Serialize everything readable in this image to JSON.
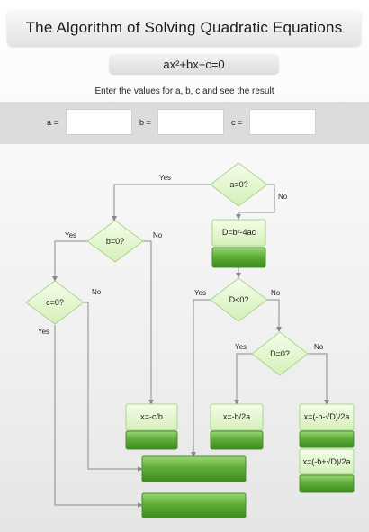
{
  "title": "The Algorithm of Solving Quadratic Equations",
  "formula": "ax²+bx+c=0",
  "instruction": "Enter the values for a, b, c and see the result",
  "inputs": {
    "a_label": "a =",
    "b_label": "b =",
    "c_label": "c =",
    "a_value": "",
    "b_value": "",
    "c_value": ""
  },
  "flowchart": {
    "decisions": {
      "a_zero": "a=0?",
      "b_zero": "b=0?",
      "c_zero": "c=0?",
      "d_negative": "D<0?",
      "d_zero": "D=0?"
    },
    "processes": {
      "discriminant": "D=b²-4ac",
      "linear_root": "x=-c/b",
      "double_root": "x=-b/2a",
      "root_one": "x=(-b-√D)/2a",
      "root_two": "x=(-b+√D)/2a"
    },
    "yes": "Yes",
    "no": "No"
  },
  "colors": {
    "node_fill_light": "#eaf8d6",
    "node_border": "#9fcf7a",
    "result_dark": "#4f9e2c",
    "connector": "#8a8a8a"
  }
}
